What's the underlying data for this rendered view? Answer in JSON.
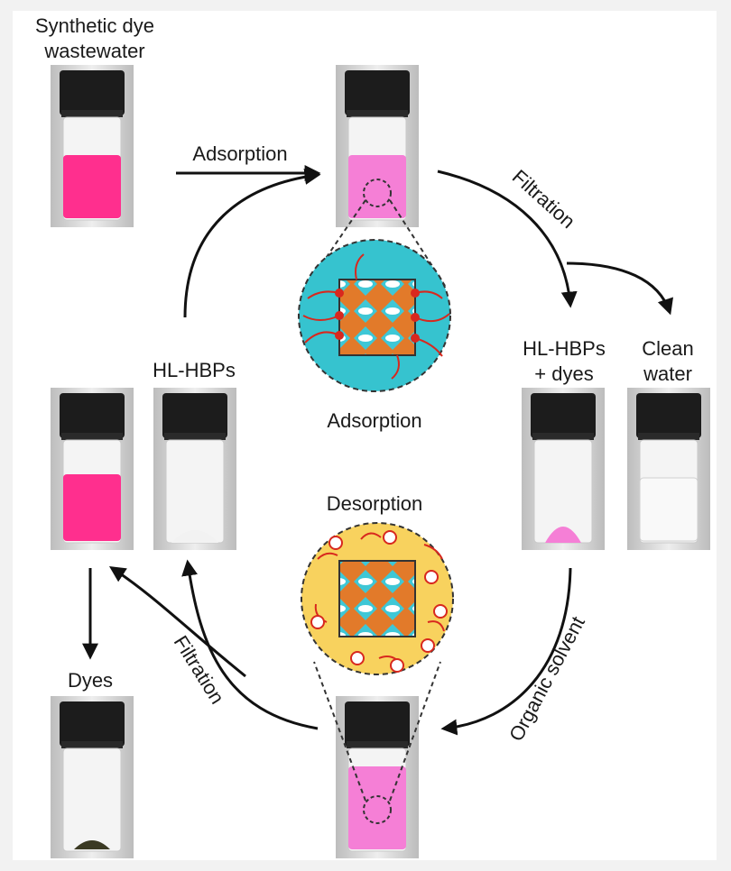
{
  "labels": {
    "synthetic_dye_line1": "Synthetic dye",
    "synthetic_dye_line2": "wastewater",
    "adsorption_arrow": "Adsorption",
    "filtration_right": "Filtration",
    "hl_hbps_dyes_line1": "HL-HBPs",
    "hl_hbps_dyes_line2": "+ dyes",
    "clean_water_line1": "Clean",
    "clean_water_line2": "water",
    "hl_hbps_left": "HL-HBPs",
    "adsorption_inset": "Adsorption",
    "desorption_inset": "Desorption",
    "organic_solvent": "Organic solvent",
    "filtration_left": "Filtration",
    "dyes": "Dyes"
  },
  "colors": {
    "dye_pink_strong": "#ff2f8e",
    "dye_pink_light": "#f57fd6",
    "cap": "#1c1c1c",
    "adsorption_circle": "#36c3cf",
    "desorption_circle": "#f8d25e",
    "framework_orange": "#e27a2a",
    "framework_cyan": "#3ec7d6",
    "charge_red": "#d8281e"
  },
  "icons": {
    "vial": "vial-icon",
    "framework": "framework-icon",
    "positive_charge": "plus-charge-icon"
  }
}
